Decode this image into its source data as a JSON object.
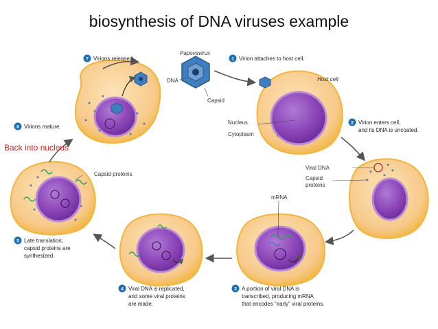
{
  "title": "biosynthesis of DNA viruses example",
  "annotation": "Back into nucleus",
  "virus": {
    "name": "Papovavirus",
    "dna_label": "DNA",
    "capsid_label": "Capsid"
  },
  "cell_labels": {
    "host_cell": "Host cell",
    "nucleus": "Nucleus",
    "cytoplasm": "Cytoplasm",
    "viral_dna": "Viral DNA",
    "capsid_proteins_1": "Capsid",
    "capsid_proteins_2": "proteins",
    "mrna": "mRNA",
    "capsid_proteins_top": "Capsid proteins"
  },
  "steps": [
    {
      "num": "1",
      "lines": [
        "Virion attaches to host cell."
      ]
    },
    {
      "num": "2",
      "lines": [
        "Virion enters cell,",
        "and its DNA is uncoated."
      ]
    },
    {
      "num": "3",
      "lines": [
        "A portion of viral DNA is",
        "transcribed, producing mRNA",
        "that encodes “early” viral proteins."
      ]
    },
    {
      "num": "4",
      "lines": [
        "Viral DNA is replicated,",
        "and some viral proteins",
        "are made."
      ]
    },
    {
      "num": "5",
      "lines": [
        "Late translation;",
        "capsid proteins are",
        "synthesized."
      ]
    },
    {
      "num": "6",
      "lines": [
        "Virions mature."
      ]
    },
    {
      "num": "7",
      "lines": [
        "Virions released."
      ]
    }
  ],
  "colors": {
    "cell_fill": "#f7c98a",
    "cell_edge": "#f2b43a",
    "nucleus_fill": "#8c45b8",
    "nucleus_edge": "#b98ad8",
    "badge": "#1f6fb3",
    "virus": "#3f7fc0",
    "arrow": "#555555",
    "annotation": "#d62020"
  }
}
